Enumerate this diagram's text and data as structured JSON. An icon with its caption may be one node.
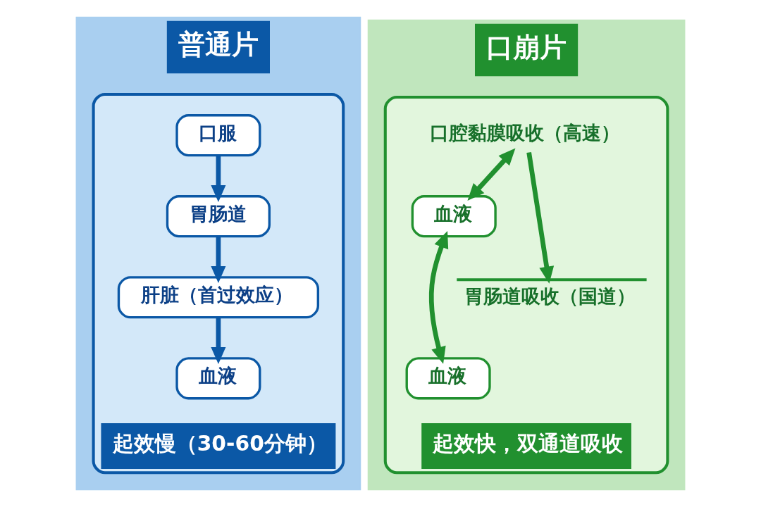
{
  "diagram": {
    "nodes": [
      {
        "text": [
          "普通片"
        ]
      },
      {
        "text": [
          "起效慢（30-60分钟）"
        ],
        "in": 0
      },
      {
        "text": [
          "口服"
        ],
        "in": 1
      },
      {
        "text": [
          "胃肠道"
        ],
        "in": 1
      },
      {
        "text": [
          "肝脏（首过效应）"
        ],
        "in": 1
      },
      {
        "text": [
          "血液"
        ],
        "in": 1
      },
      {
        "text": [
          "口崩片"
        ]
      },
      {
        "text": [
          "起效快，双通道吸收"
        ],
        "in": 6
      },
      {
        "text": [
          "口腔黏膜吸收（高速）"
        ],
        "in": 7
      },
      {
        "text": [
          "血液"
        ],
        "in": 7
      },
      {
        "text": [
          "胃肠道吸收（国道）"
        ],
        "in": 7
      },
      {
        "text": [
          "血液"
        ],
        "in": 7
      }
    ],
    "edges": [
      {
        "from": 2,
        "to": 3,
        "arrow": "to"
      },
      {
        "from": 3,
        "to": 4,
        "arrow": "to"
      },
      {
        "from": 4,
        "to": 5,
        "arrow": "to"
      },
      {
        "from": 8,
        "to": 9,
        "arrow": "both",
        "color": "#21902f"
      },
      {
        "from": 8,
        "to": 10,
        "arrow": "to",
        "color": "#21902f"
      },
      {
        "from": 9,
        "to": 11,
        "arrow": "both",
        "color": "#21902f"
      }
    ]
  }
}
